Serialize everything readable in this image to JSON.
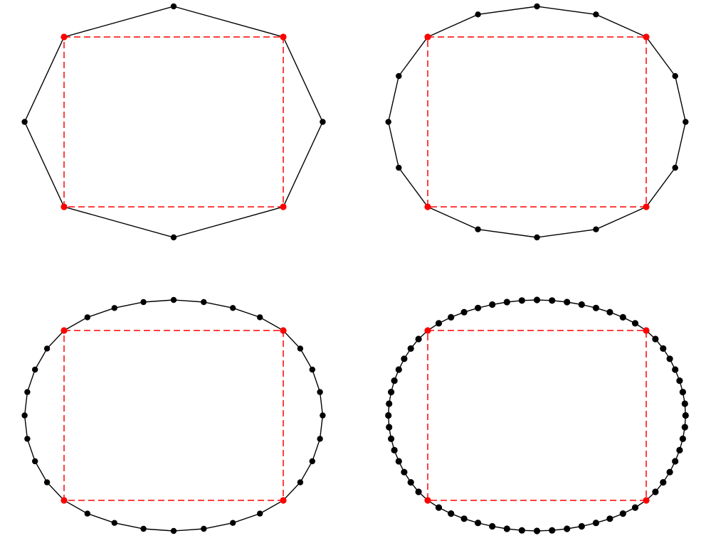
{
  "colors": {
    "background": "#ffffff",
    "control_polygon": "#ff0000",
    "curve": "#000000",
    "control_point": "#ff0000",
    "curve_point": "#000000"
  },
  "figure": {
    "description_visible_text": "",
    "panels": [
      {
        "id": "panel-1",
        "subdivision_level": 1
      },
      {
        "id": "panel-2",
        "subdivision_level": 2
      },
      {
        "id": "panel-3",
        "subdivision_level": 3
      },
      {
        "id": "panel-4",
        "subdivision_level": 4
      }
    ]
  }
}
